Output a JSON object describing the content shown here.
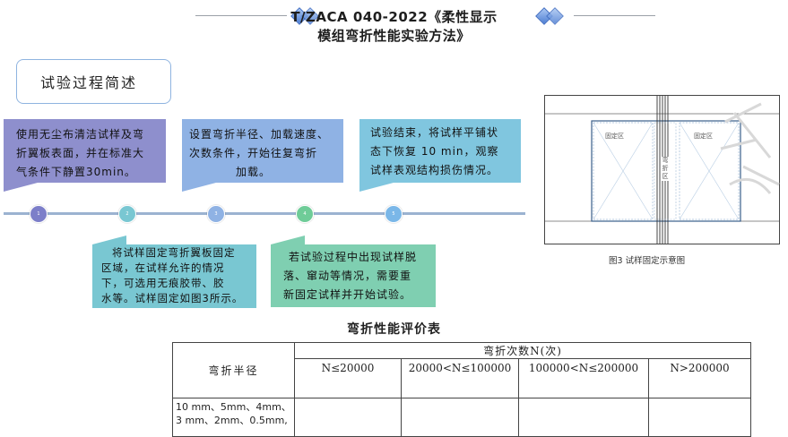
{
  "header": {
    "title_line1": "T/ZACA 040-2022《柔性显示",
    "title_line2": "模组弯折性能实验方法》"
  },
  "overview": {
    "label": "试验过程简述"
  },
  "steps_top": [
    {
      "lines": [
        "使用无尘布清洁试样及弯",
        "折翼板表面，并在标准大",
        "气条件下静置30min。"
      ],
      "color": "#8e8fcd"
    },
    {
      "lines": [
        "设置弯折半径、加载速度、",
        "次数条件，开始往复弯折",
        "加载。"
      ],
      "color": "#8fb2e4"
    },
    {
      "lines": [
        "试验结束，将试样平铺状",
        "态下恢复 10 min，观察",
        "试样表观结构损伤情况。"
      ],
      "color": "#80c6df"
    }
  ],
  "steps_bottom": [
    {
      "lines": [
        "将试样固定弯折翼板固定",
        "区域，在试样允许的情况",
        "下，可选用无痕胶带、胶",
        "水等。试样固定如图3所示。"
      ],
      "color": "#79c7d2"
    },
    {
      "lines": [
        "若试验过程中出现试样脱",
        "落、窜动等情况，需要重",
        "新固定试样并开始试验。"
      ],
      "color": "#7fcfb1"
    }
  ],
  "timeline": {
    "dots": [
      {
        "label": "1",
        "color": "#7c7ec9"
      },
      {
        "label": "2",
        "color": "#79c7d2"
      },
      {
        "label": "3",
        "color": "#8fb2e4"
      },
      {
        "label": "4",
        "color": "#6fcc98"
      },
      {
        "label": "5",
        "color": "#7ab7e8"
      }
    ]
  },
  "figure": {
    "left_zone": "固定区",
    "right_zone": "固定区",
    "center_zone_1": "弯",
    "center_zone_2": "折",
    "center_zone_3": "区",
    "caption": "图3   试样固定示意图"
  },
  "table": {
    "title": "弯折性能评价表",
    "row_header": "弯折半径",
    "col_group_header": "弯折次数N(次)",
    "columns": [
      "N≤20000",
      "20000<N≤100000",
      "100000<N≤200000",
      "N>200000"
    ],
    "row1_line1": "10 mm、5mm、4mm、",
    "row1_line2": "3 mm、2mm、0.5mm,"
  }
}
